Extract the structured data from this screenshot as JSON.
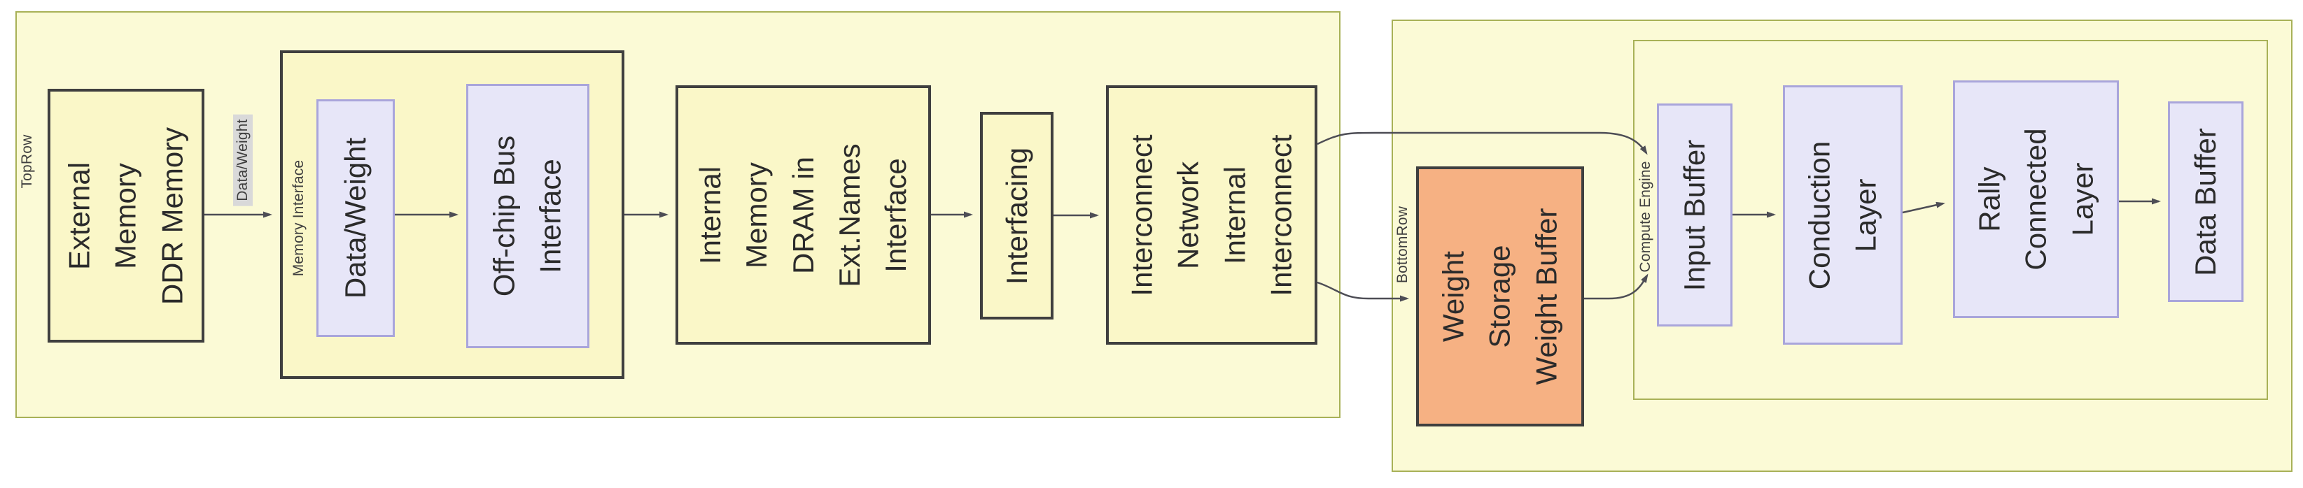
{
  "diagram": {
    "colors": {
      "background": "#ffffff",
      "container_fill": "#fbfad6",
      "container_border": "#a8b157",
      "block_fill": "#faf7c8",
      "block_border": "#3f3f3f",
      "module_fill": "#e7e6f8",
      "module_border": "#a9a5db",
      "buffer_fill": "#f6b183",
      "connector": "#4d4d55",
      "edge_label_bg": "#d9d9d9",
      "text": "#2b2b2b"
    },
    "containers": {
      "toprow": {
        "label": "TopRow"
      },
      "memory_interface": {
        "label": "Memory Interface"
      },
      "bottomrow": {
        "label": "BottomRow"
      },
      "compute_engine": {
        "label": "Compute Engine"
      }
    },
    "blocks": {
      "external_memory": {
        "label": "External\nMemory\nDDR Memory"
      },
      "data_weight": {
        "label": "Data/Weight"
      },
      "offchip_bus": {
        "label": "Off-chip Bus\nInterface"
      },
      "internal_memory": {
        "label": "Internal\nMemory\nDRAM in\nExt.Names\nInterface"
      },
      "interfacing": {
        "label": "Interfacing"
      },
      "interconnect": {
        "label": "Interconnect\nNetwork\nInternal\nInterconnect"
      },
      "weight_storage": {
        "label": "Weight\nStorage\nWeight Buffer"
      },
      "input_buffer": {
        "label": "Input Buffer"
      },
      "conduction_layer": {
        "label": "Conduction\nLayer"
      },
      "rally_connected_layer": {
        "label": "Rally\nConnected\nLayer"
      },
      "data_buffer": {
        "label": "Data Buffer"
      }
    },
    "edge_labels": {
      "data_weight_flow": "Data/Weight"
    }
  }
}
